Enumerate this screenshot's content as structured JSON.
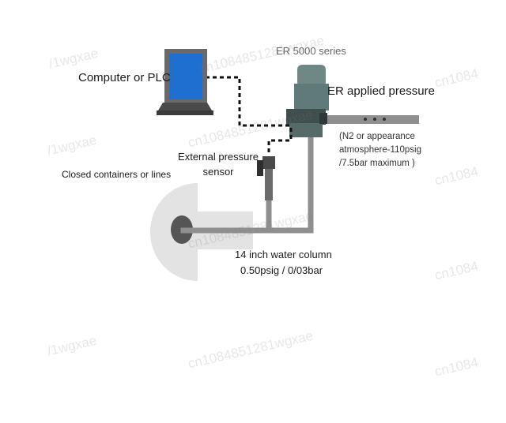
{
  "labels": {
    "series": "ER 5000 series",
    "computer": "Computer or PLC",
    "er_pressure": "ER applied pressure",
    "n2_line1": "(N2 or appearance",
    "n2_line2": "atmosphere-110psig",
    "n2_line3": "/7.5bar maximum )",
    "ext_sensor_line1": "External pressure",
    "ext_sensor_line2": "sensor",
    "containers": "Closed containers or lines",
    "water_line1": "14 inch water column",
    "water_line2": "0.50psig / 0/03bar"
  },
  "watermarks": [
    "cn1084851281wgxae",
    "cn1084851281wgxae",
    "cn1084",
    "/1wgxae",
    "cn1084",
    "/1wgxae",
    "cn1084851281wgxae",
    "cn1084",
    "/1wgxae",
    "cn1084851281wgxae",
    "cn1084"
  ],
  "colors": {
    "screen": "#1f6fd1",
    "laptop_body": "#5a5a5a",
    "pipe": "#8f8f8f",
    "container": "#e3e3e3",
    "regulator": "#5f7a78",
    "dash": "#111111"
  }
}
